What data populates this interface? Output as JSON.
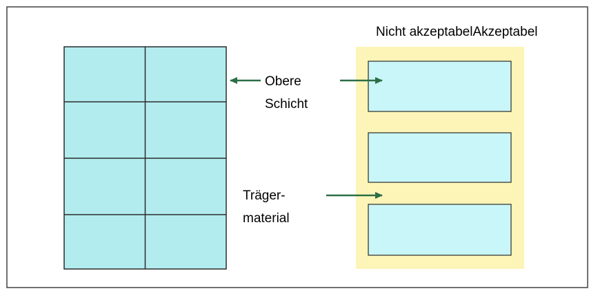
{
  "header": {
    "title": "Nicht akzeptabelAkzeptabel"
  },
  "labels": {
    "top_layer_line1": "Obere",
    "top_layer_line2": "Schicht",
    "backing_line1": "Träger-",
    "backing_line2": "material"
  },
  "colors": {
    "frame": "#404040",
    "label_fill": "#b3ecef",
    "label_fill_right": "#c9f6f8",
    "label_border": "#2b2b2b",
    "backing_fill": "#fdf5b8",
    "arrow": "#2c6e46"
  },
  "icons": {
    "arrow_left": "arrow-left-icon",
    "arrow_right": "arrow-right-icon"
  }
}
